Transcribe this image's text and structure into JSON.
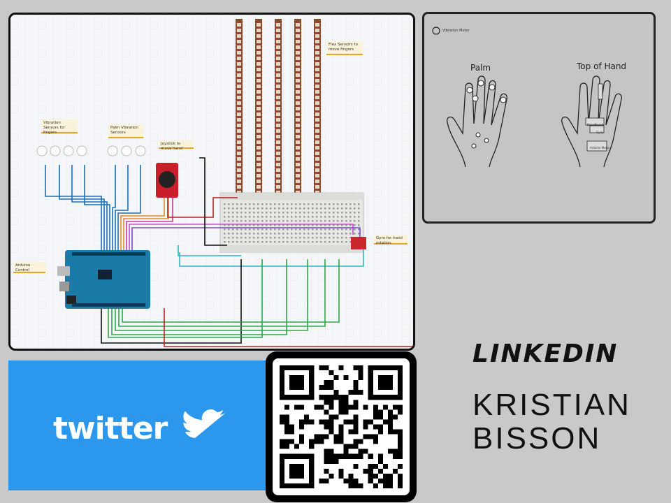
{
  "circuit": {
    "labels": {
      "flex": "Flex Sensors to move fingers",
      "vib_fingers": "Vibration Sensors for fingers",
      "palm_vib": "Palm Vibration Sensors",
      "joystick": "Joystick to move hand",
      "gyro": "Gyro for hand rotation",
      "arduino": "Arduino Control"
    }
  },
  "hands": {
    "small_label": "Vibration Motor",
    "palm_title": "Palm",
    "top_title": "Top of Hand",
    "bread_label": "Breadboard",
    "gyro_label": "Gyro",
    "arduino_label": "Arduino Mega"
  },
  "twitter": {
    "word": "twitter"
  },
  "linkedin": {
    "label": "LINKEDIN",
    "first": "KRISTIAN",
    "last": "BISSON"
  },
  "colors": {
    "twitter_blue": "#2b98ed",
    "board": "#1a7aa8",
    "flex": "#8b4a2a"
  }
}
